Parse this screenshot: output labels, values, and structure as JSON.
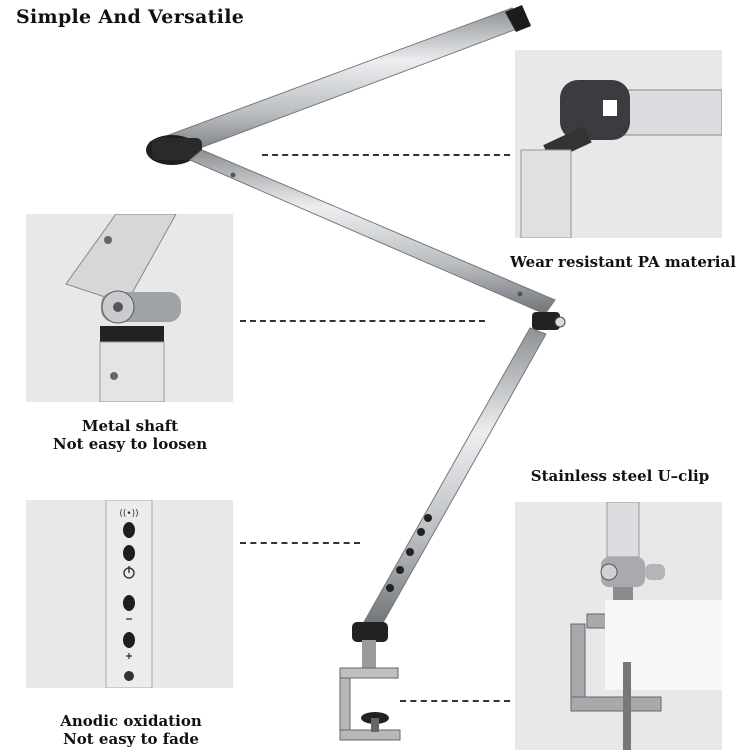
{
  "title": "Simple And Versatile",
  "captions": {
    "pa_material": "Wear resistant PA material",
    "metal_shaft_1": "Metal shaft",
    "metal_shaft_2": "Not easy to loosen",
    "uclip": "Stainless steel U–clip",
    "anodic_1": "Anodic oxidation",
    "anodic_2": "Not easy to fade"
  },
  "colors": {
    "panel_bg": "#e8e8e8",
    "aluminum": "#c9cbce",
    "dark_joint": "#222222",
    "text": "#111111"
  },
  "icons": [
    "power-icon",
    "plus-icon",
    "minus-icon",
    "wireless-icon"
  ]
}
